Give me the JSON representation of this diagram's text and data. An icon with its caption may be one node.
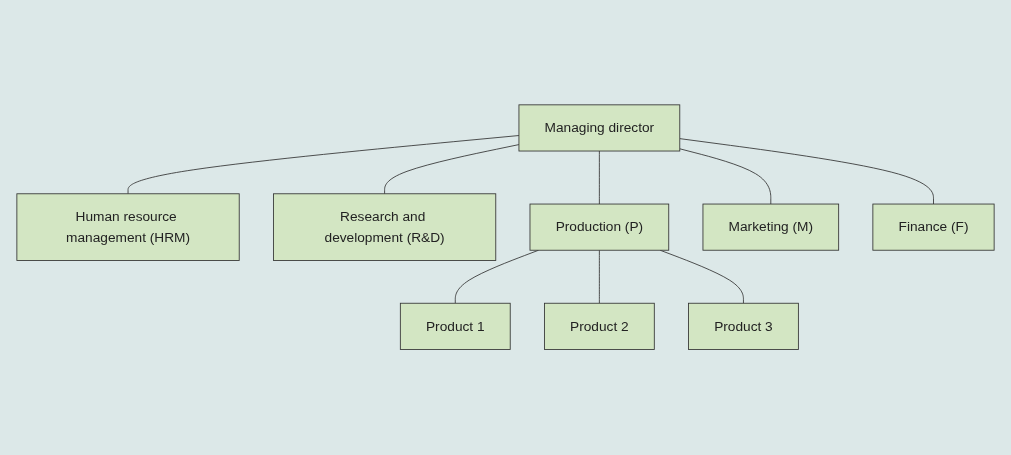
{
  "diagram": {
    "nodes": [
      {
        "text": [
          "Managing director"
        ]
      },
      {
        "text": [
          "Human resource management (HRM)"
        ]
      },
      {
        "text": [
          "Research and development (R&D)"
        ]
      },
      {
        "text": [
          "Production (P)"
        ]
      },
      {
        "text": [
          "Marketing (M)"
        ]
      },
      {
        "text": [
          "Finance (F)"
        ]
      },
      {
        "text": [
          "Product 1"
        ]
      },
      {
        "text": [
          "Product 2"
        ]
      },
      {
        "text": [
          "Product 3"
        ]
      }
    ],
    "edges": [
      {
        "from": 0,
        "to": 1,
        "arrow": "none"
      },
      {
        "from": 0,
        "to": 2,
        "arrow": "none"
      },
      {
        "from": 0,
        "to": 3,
        "arrow": "none"
      },
      {
        "from": 0,
        "to": 4,
        "arrow": "none"
      },
      {
        "from": 0,
        "to": 5,
        "arrow": "none"
      },
      {
        "from": 3,
        "to": 6,
        "arrow": "none"
      },
      {
        "from": 3,
        "to": 7,
        "arrow": "none"
      },
      {
        "from": 3,
        "to": 8,
        "arrow": "none"
      }
    ]
  }
}
